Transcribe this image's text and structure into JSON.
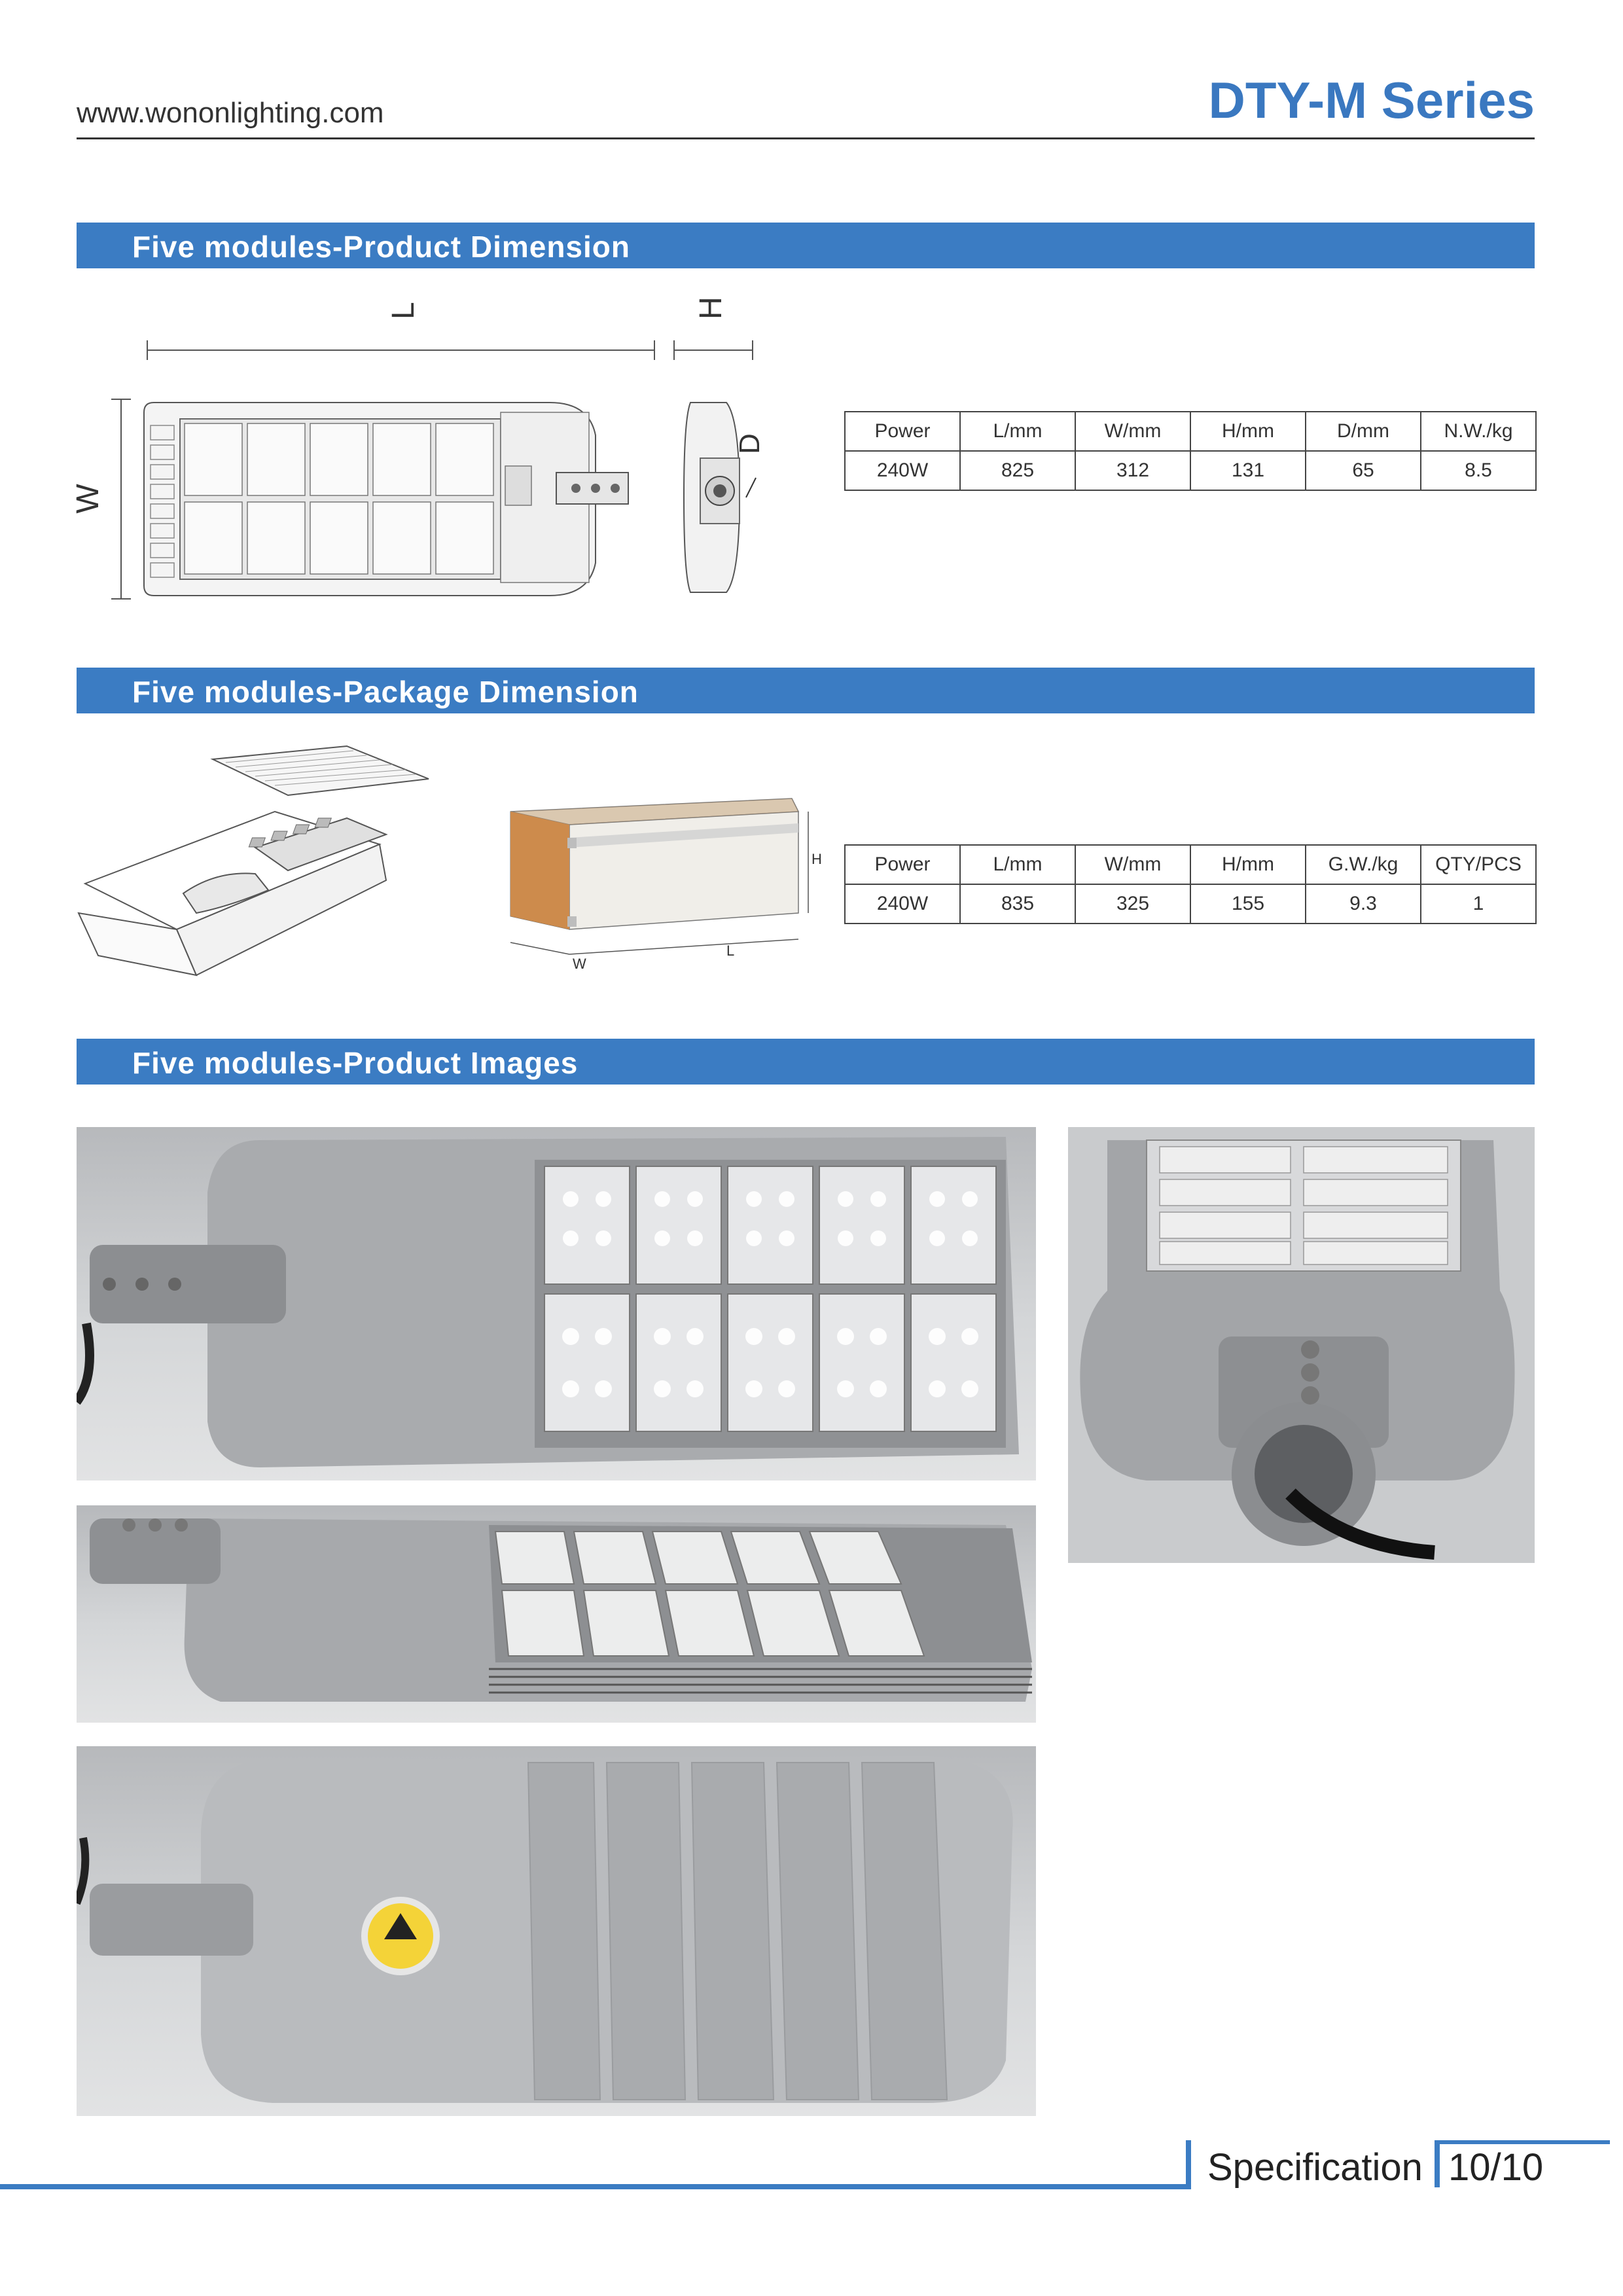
{
  "header": {
    "website": "www.wononlighting.com",
    "series": "DTY-M Series"
  },
  "sections": {
    "product_dimension": "Five modules-Product Dimension",
    "package_dimension": "Five modules-Package Dimension",
    "product_images": "Five modules-Product Images"
  },
  "drawing_labels": {
    "length": "L",
    "height": "H",
    "width": "W",
    "depth": "D"
  },
  "package_labels": {
    "height": "H",
    "length": "L",
    "width": "W"
  },
  "product_table": {
    "headers": [
      "Power",
      "L/mm",
      "W/mm",
      "H/mm",
      "D/mm",
      "N.W./kg"
    ],
    "rows": [
      [
        "240W",
        "825",
        "312",
        "131",
        "65",
        "8.5"
      ]
    ]
  },
  "package_table": {
    "headers": [
      "Power",
      "L/mm",
      "W/mm",
      "H/mm",
      "G.W./kg",
      "QTY/PCS"
    ],
    "rows": [
      [
        "240W",
        "835",
        "325",
        "155",
        "9.3",
        "1"
      ]
    ]
  },
  "footer": {
    "label": "Specification",
    "page": "10/10"
  },
  "colors": {
    "accent": "#3b7cc3",
    "text": "#333333"
  }
}
